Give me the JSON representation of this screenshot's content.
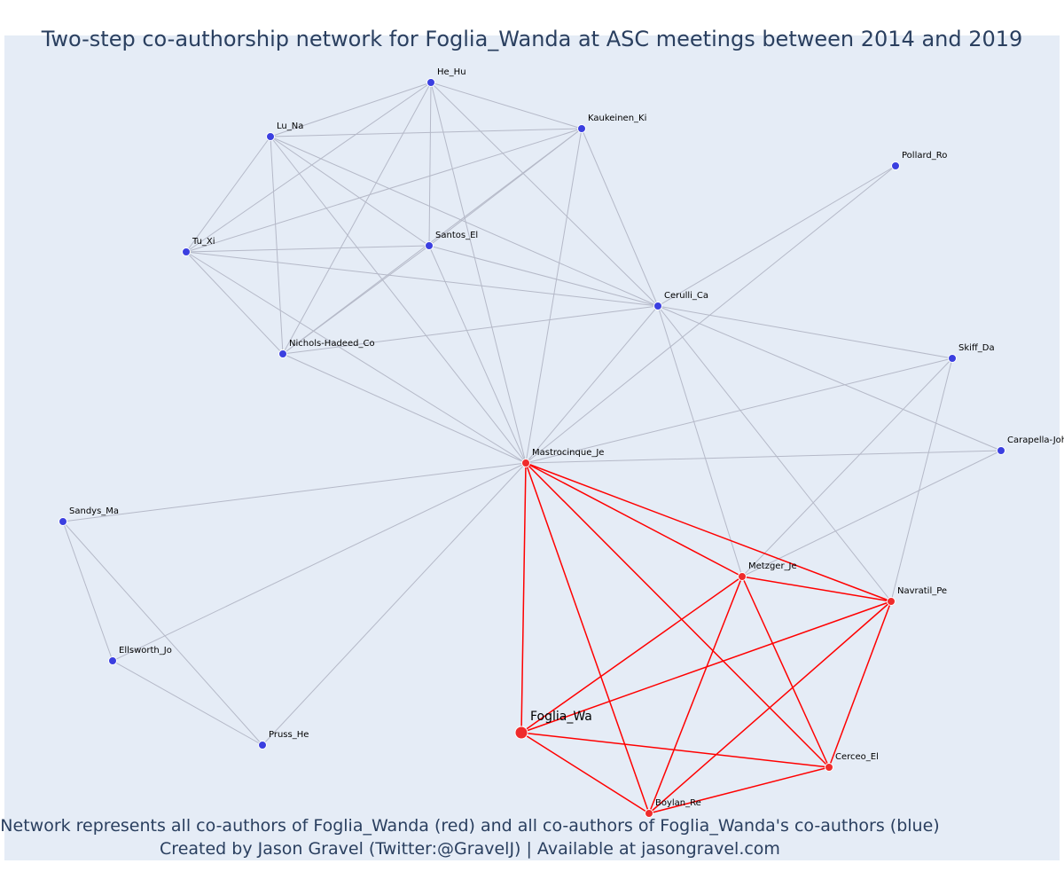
{
  "title": "Two-step co-authorship network for Foglia_Wanda at ASC meetings between 2014 and 2019",
  "caption_line1": "Network represents all co-authors of Foglia_Wanda (red) and all co-authors of Foglia_Wanda's co-authors (blue)",
  "caption_line2": "Created by Jason Gravel (Twitter:@GravelJ) | Available at jasongravel.com",
  "colors": {
    "coauthor": "#ef2b2b",
    "second_step": "#3b3fe0",
    "edge_direct": "#ff0000",
    "edge_indirect": "#b5b9c8",
    "background": "#e5ecf6",
    "text": "#2a3f5f"
  },
  "nodes": [
    {
      "id": "He_Hu",
      "label": "He_Hu",
      "group": "blue"
    },
    {
      "id": "Lu_Na",
      "label": "Lu_Na",
      "group": "blue"
    },
    {
      "id": "Kaukeinen_Ki",
      "label": "Kaukeinen_Ki",
      "group": "blue"
    },
    {
      "id": "Pollard_Ro",
      "label": "Pollard_Ro",
      "group": "blue"
    },
    {
      "id": "Tu_Xi",
      "label": "Tu_Xi",
      "group": "blue"
    },
    {
      "id": "Santos_El",
      "label": "Santos_El",
      "group": "blue"
    },
    {
      "id": "Cerulli_Ca",
      "label": "Cerulli_Ca",
      "group": "blue"
    },
    {
      "id": "Nichols-Hadeed_Co",
      "label": "Nichols-Hadeed_Co",
      "group": "blue"
    },
    {
      "id": "Skiff_Da",
      "label": "Skiff_Da",
      "group": "blue"
    },
    {
      "id": "Carapella-Joh",
      "label": "Carapella-Joh",
      "group": "blue"
    },
    {
      "id": "Mastrocinque_Je",
      "label": "Mastrocinque_Je",
      "group": "red"
    },
    {
      "id": "Sandys_Ma",
      "label": "Sandys_Ma",
      "group": "blue"
    },
    {
      "id": "Metzger_Je",
      "label": "Metzger_Je",
      "group": "red"
    },
    {
      "id": "Navratil_Pe",
      "label": "Navratil_Pe",
      "group": "red"
    },
    {
      "id": "Ellsworth_Jo",
      "label": "Ellsworth_Jo",
      "group": "blue"
    },
    {
      "id": "Foglia_Wa",
      "label": "Foglia_Wa",
      "group": "focal"
    },
    {
      "id": "Pruss_He",
      "label": "Pruss_He",
      "group": "blue"
    },
    {
      "id": "Cerceo_El",
      "label": "Cerceo_El",
      "group": "red"
    },
    {
      "id": "Boylan_Re",
      "label": "Boylan_Re",
      "group": "red"
    }
  ],
  "edges": [
    [
      "He_Hu",
      "Lu_Na",
      "g"
    ],
    [
      "He_Hu",
      "Kaukeinen_Ki",
      "g"
    ],
    [
      "He_Hu",
      "Tu_Xi",
      "g"
    ],
    [
      "He_Hu",
      "Santos_El",
      "g"
    ],
    [
      "He_Hu",
      "Cerulli_Ca",
      "g"
    ],
    [
      "He_Hu",
      "Nichols-Hadeed_Co",
      "g"
    ],
    [
      "He_Hu",
      "Mastrocinque_Je",
      "g"
    ],
    [
      "Lu_Na",
      "Kaukeinen_Ki",
      "g"
    ],
    [
      "Lu_Na",
      "Tu_Xi",
      "g"
    ],
    [
      "Lu_Na",
      "Santos_El",
      "g"
    ],
    [
      "Lu_Na",
      "Cerulli_Ca",
      "g"
    ],
    [
      "Lu_Na",
      "Nichols-Hadeed_Co",
      "g"
    ],
    [
      "Lu_Na",
      "Mastrocinque_Je",
      "g"
    ],
    [
      "Kaukeinen_Ki",
      "Tu_Xi",
      "g"
    ],
    [
      "Kaukeinen_Ki",
      "Santos_El",
      "g"
    ],
    [
      "Kaukeinen_Ki",
      "Cerulli_Ca",
      "g"
    ],
    [
      "Kaukeinen_Ki",
      "Nichols-Hadeed_Co",
      "g"
    ],
    [
      "Kaukeinen_Ki",
      "Mastrocinque_Je",
      "g"
    ],
    [
      "Tu_Xi",
      "Santos_El",
      "g"
    ],
    [
      "Tu_Xi",
      "Cerulli_Ca",
      "g"
    ],
    [
      "Tu_Xi",
      "Nichols-Hadeed_Co",
      "g"
    ],
    [
      "Tu_Xi",
      "Mastrocinque_Je",
      "g"
    ],
    [
      "Santos_El",
      "Cerulli_Ca",
      "g"
    ],
    [
      "Santos_El",
      "Nichols-Hadeed_Co",
      "g"
    ],
    [
      "Santos_El",
      "Mastrocinque_Je",
      "g"
    ],
    [
      "Nichols-Hadeed_Co",
      "Cerulli_Ca",
      "g"
    ],
    [
      "Nichols-Hadeed_Co",
      "Mastrocinque_Je",
      "g"
    ],
    [
      "Pollard_Ro",
      "Cerulli_Ca",
      "g"
    ],
    [
      "Pollard_Ro",
      "Mastrocinque_Je",
      "g"
    ],
    [
      "Cerulli_Ca",
      "Skiff_Da",
      "g"
    ],
    [
      "Cerulli_Ca",
      "Carapella-Joh",
      "g"
    ],
    [
      "Cerulli_Ca",
      "Metzger_Je",
      "g"
    ],
    [
      "Cerulli_Ca",
      "Navratil_Pe",
      "g"
    ],
    [
      "Cerulli_Ca",
      "Mastrocinque_Je",
      "g"
    ],
    [
      "Skiff_Da",
      "Mastrocinque_Je",
      "g"
    ],
    [
      "Skiff_Da",
      "Metzger_Je",
      "g"
    ],
    [
      "Skiff_Da",
      "Navratil_Pe",
      "g"
    ],
    [
      "Carapella-Joh",
      "Mastrocinque_Je",
      "g"
    ],
    [
      "Carapella-Joh",
      "Metzger_Je",
      "g"
    ],
    [
      "Mastrocinque_Je",
      "Sandys_Ma",
      "g"
    ],
    [
      "Mastrocinque_Je",
      "Ellsworth_Jo",
      "g"
    ],
    [
      "Mastrocinque_Je",
      "Pruss_He",
      "g"
    ],
    [
      "Sandys_Ma",
      "Ellsworth_Jo",
      "g"
    ],
    [
      "Sandys_Ma",
      "Pruss_He",
      "g"
    ],
    [
      "Ellsworth_Jo",
      "Pruss_He",
      "g"
    ],
    [
      "Mastrocinque_Je",
      "Metzger_Je",
      "r"
    ],
    [
      "Mastrocinque_Je",
      "Navratil_Pe",
      "r"
    ],
    [
      "Mastrocinque_Je",
      "Foglia_Wa",
      "r"
    ],
    [
      "Mastrocinque_Je",
      "Cerceo_El",
      "r"
    ],
    [
      "Mastrocinque_Je",
      "Boylan_Re",
      "r"
    ],
    [
      "Metzger_Je",
      "Navratil_Pe",
      "r"
    ],
    [
      "Metzger_Je",
      "Foglia_Wa",
      "r"
    ],
    [
      "Metzger_Je",
      "Cerceo_El",
      "r"
    ],
    [
      "Metzger_Je",
      "Boylan_Re",
      "r"
    ],
    [
      "Navratil_Pe",
      "Foglia_Wa",
      "r"
    ],
    [
      "Navratil_Pe",
      "Cerceo_El",
      "r"
    ],
    [
      "Navratil_Pe",
      "Boylan_Re",
      "r"
    ],
    [
      "Foglia_Wa",
      "Cerceo_El",
      "r"
    ],
    [
      "Foglia_Wa",
      "Boylan_Re",
      "r"
    ],
    [
      "Cerceo_El",
      "Boylan_Re",
      "r"
    ]
  ]
}
